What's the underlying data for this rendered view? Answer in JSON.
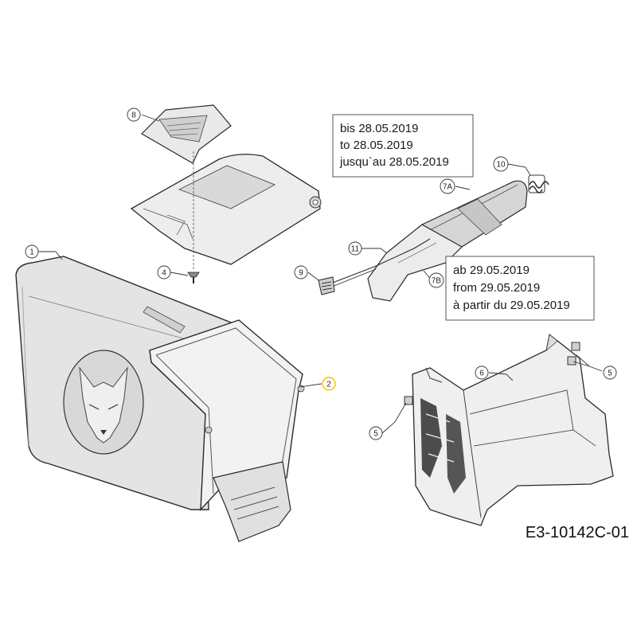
{
  "drawing_code": "E3-10142C-01",
  "date_boxes": {
    "until": {
      "lines": [
        "bis 28.05.2019",
        "to 28.05.2019",
        "jusqu`au 28.05.2019"
      ]
    },
    "from": {
      "lines": [
        "ab 29.05.2019",
        "from 29.05.2019",
        "à partir du 29.05.2019"
      ]
    }
  },
  "callouts": {
    "c1": "1",
    "c2": "2",
    "c4": "4",
    "c5a": "5",
    "c5b": "5",
    "c6": "6",
    "c7a": "7A",
    "c7b": "7B",
    "c8": "8",
    "c9": "9",
    "c10": "10",
    "c11": "11"
  },
  "colors": {
    "line": "#2a2a2a",
    "part_fill": "#e6e6e6",
    "part_dark": "#b5b5b5",
    "highlight_callout": "#f2c200"
  }
}
